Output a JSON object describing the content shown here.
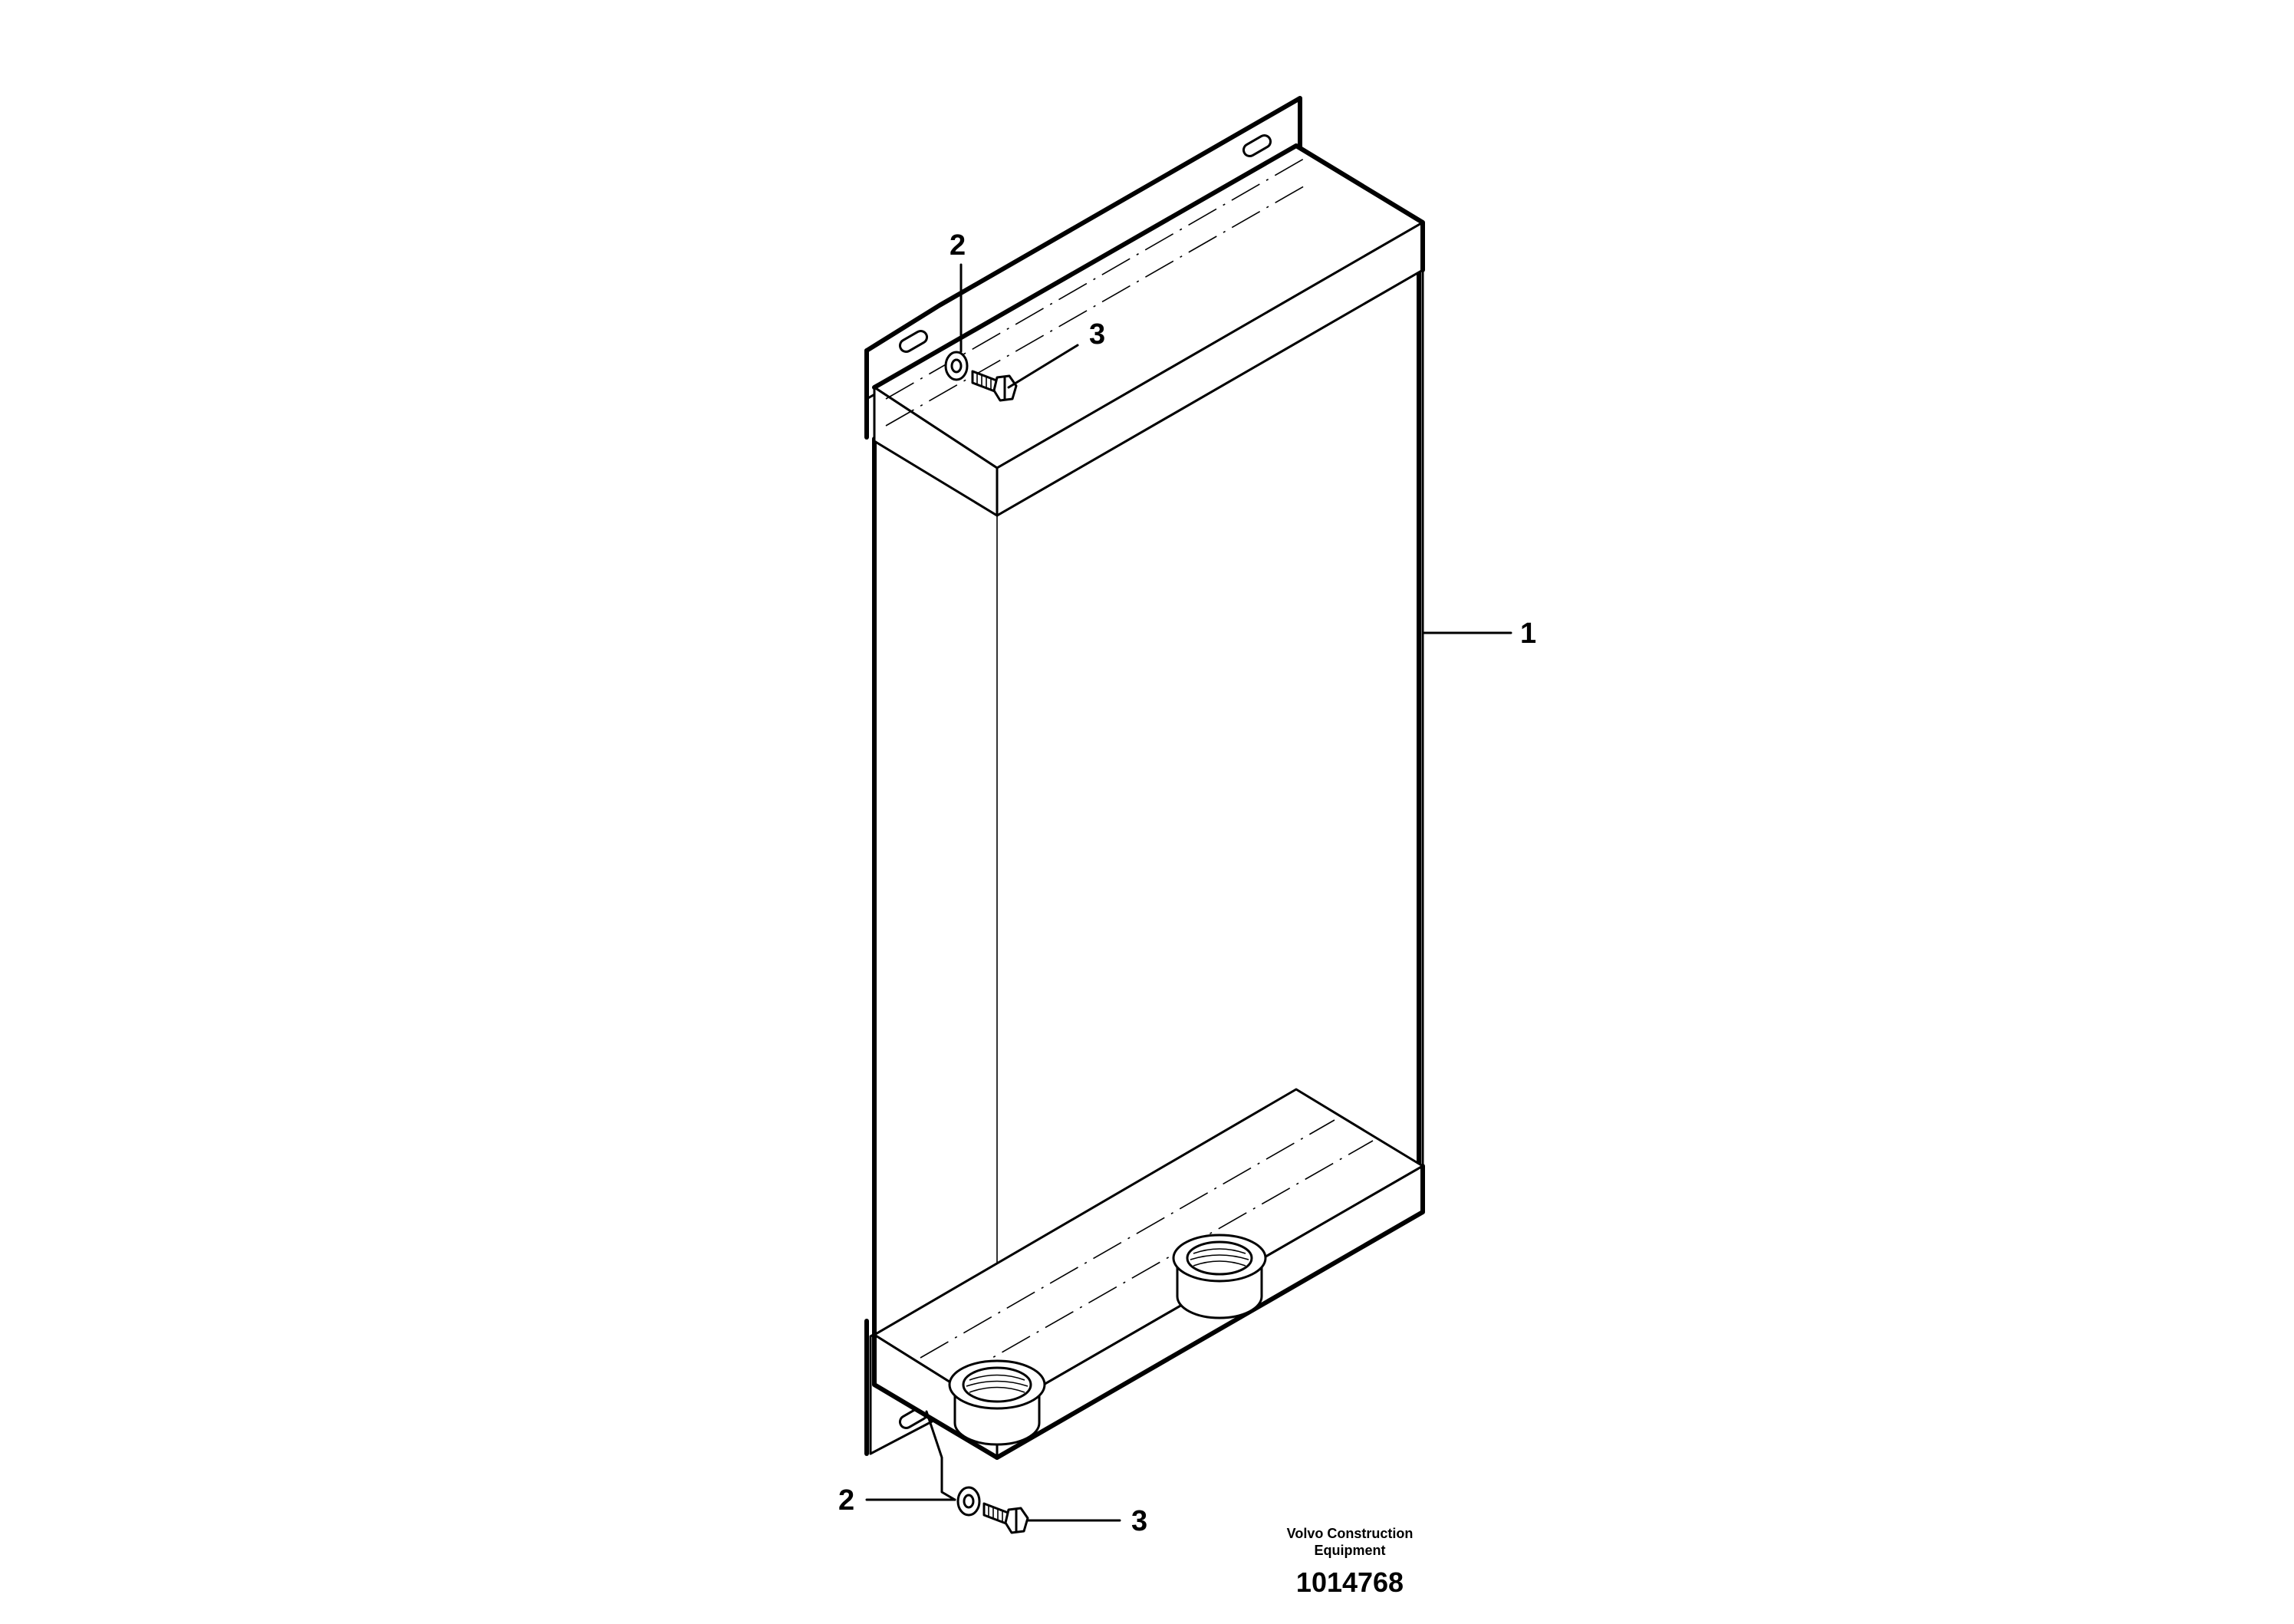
{
  "drawing": {
    "callouts": {
      "part_1": "1",
      "washer_top": "2",
      "bolt_top": "3",
      "washer_bottom": "2",
      "bolt_bottom": "3"
    },
    "credit": {
      "line1": "Volvo Construction",
      "line2": "Equipment"
    },
    "document_number": "1014768"
  }
}
